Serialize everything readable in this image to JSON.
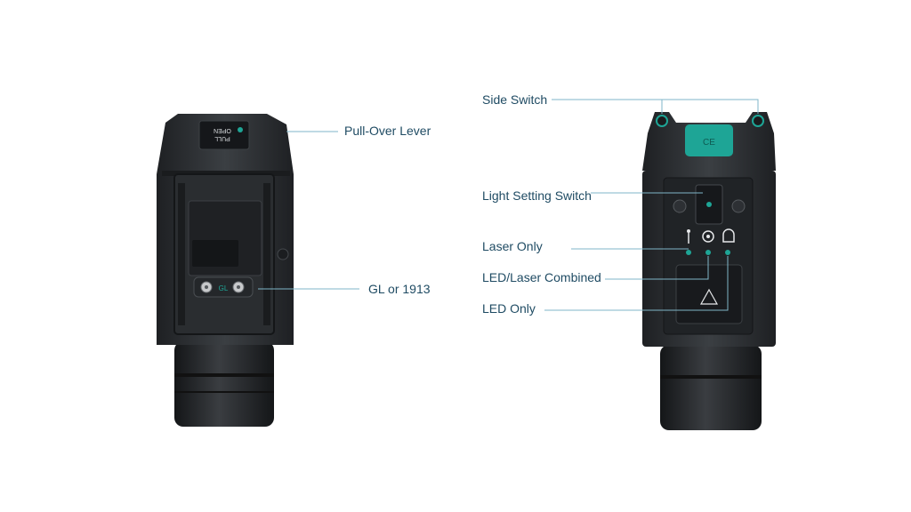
{
  "colors": {
    "accent": "#1ea596",
    "leader": "#7fb6c8",
    "label_text": "#1f4b63",
    "body_dark": "#2b2e31",
    "body_mid": "#3a3e42"
  },
  "icons": {
    "laser": "laser-icon",
    "combined": "led-laser-icon",
    "led": "led-icon"
  },
  "left_device": {
    "tab_text_line1": "PULL",
    "tab_text_line2": "OPEN",
    "mount_marker": "GL",
    "callouts": {
      "pull_over_lever": "Pull-Over Lever",
      "gl_or_1913": "GL or 1913"
    }
  },
  "right_device": {
    "switch_marking": "CE",
    "callouts": {
      "side_switch": "Side Switch",
      "light_setting_switch": "Light Setting Switch",
      "laser_only": "Laser Only",
      "led_laser_combined": "LED/Laser Combined",
      "led_only": "LED Only"
    }
  }
}
